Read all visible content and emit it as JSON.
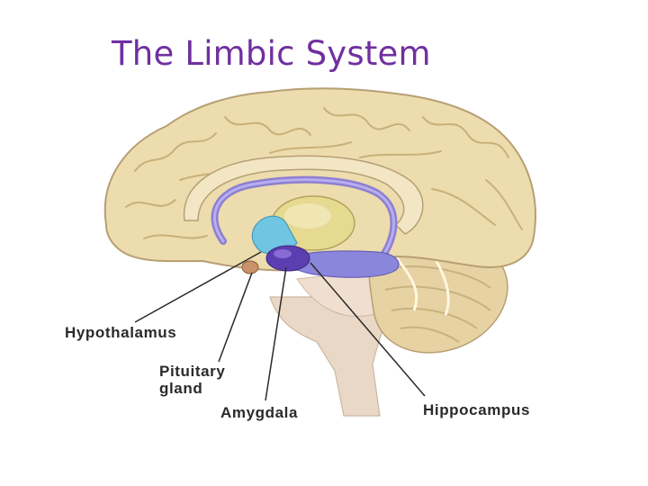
{
  "slide": {
    "title": "The Limbic System"
  },
  "diagram": {
    "labels": {
      "hypothalamus": "Hypothalamus",
      "pituitary_line1": "Pituitary",
      "pituitary_line2": "gland",
      "amygdala": "Amygdala",
      "hippocampus": "Hippocampus"
    },
    "colors": {
      "title": "#7030a0",
      "cortex": "#ecdcae",
      "cortex_outline": "#b79f73",
      "thalamus": "#e6d990",
      "hypothalamus_region": "#6fc6e3",
      "amygdala": "#5b3fb0",
      "hippocampus": "#8a86db",
      "fornix": "#8d7fd0",
      "pituitary": "#c9926a",
      "cerebellum": "#e6d2a2",
      "brainstem": "#ead8c6"
    }
  }
}
